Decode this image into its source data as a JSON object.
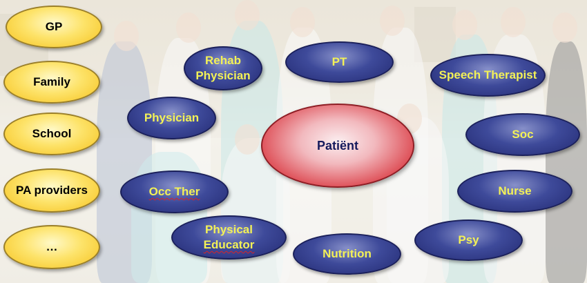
{
  "stakeholders": [
    "GP",
    "Family",
    "School",
    "PA providers",
    "…"
  ],
  "center": "Patiënt",
  "professionals": {
    "rehab_physician": [
      "Rehab",
      "Physician"
    ],
    "pt": "PT",
    "speech_therapist": "Speech Therapist",
    "physician": "Physician",
    "soc": "Soc",
    "occ_ther": "Occ Ther",
    "nurse": "Nurse",
    "physical_educator": [
      "Physical",
      "Educator"
    ],
    "nutrition": "Nutrition",
    "psy": "Psy"
  },
  "colors": {
    "stakeholder_fill": "#f6c21e",
    "professional_fill": "#2b3380",
    "professional_text": "#f3f157",
    "patient_fill": "#dd4a52",
    "patient_text": "#151a5c"
  }
}
